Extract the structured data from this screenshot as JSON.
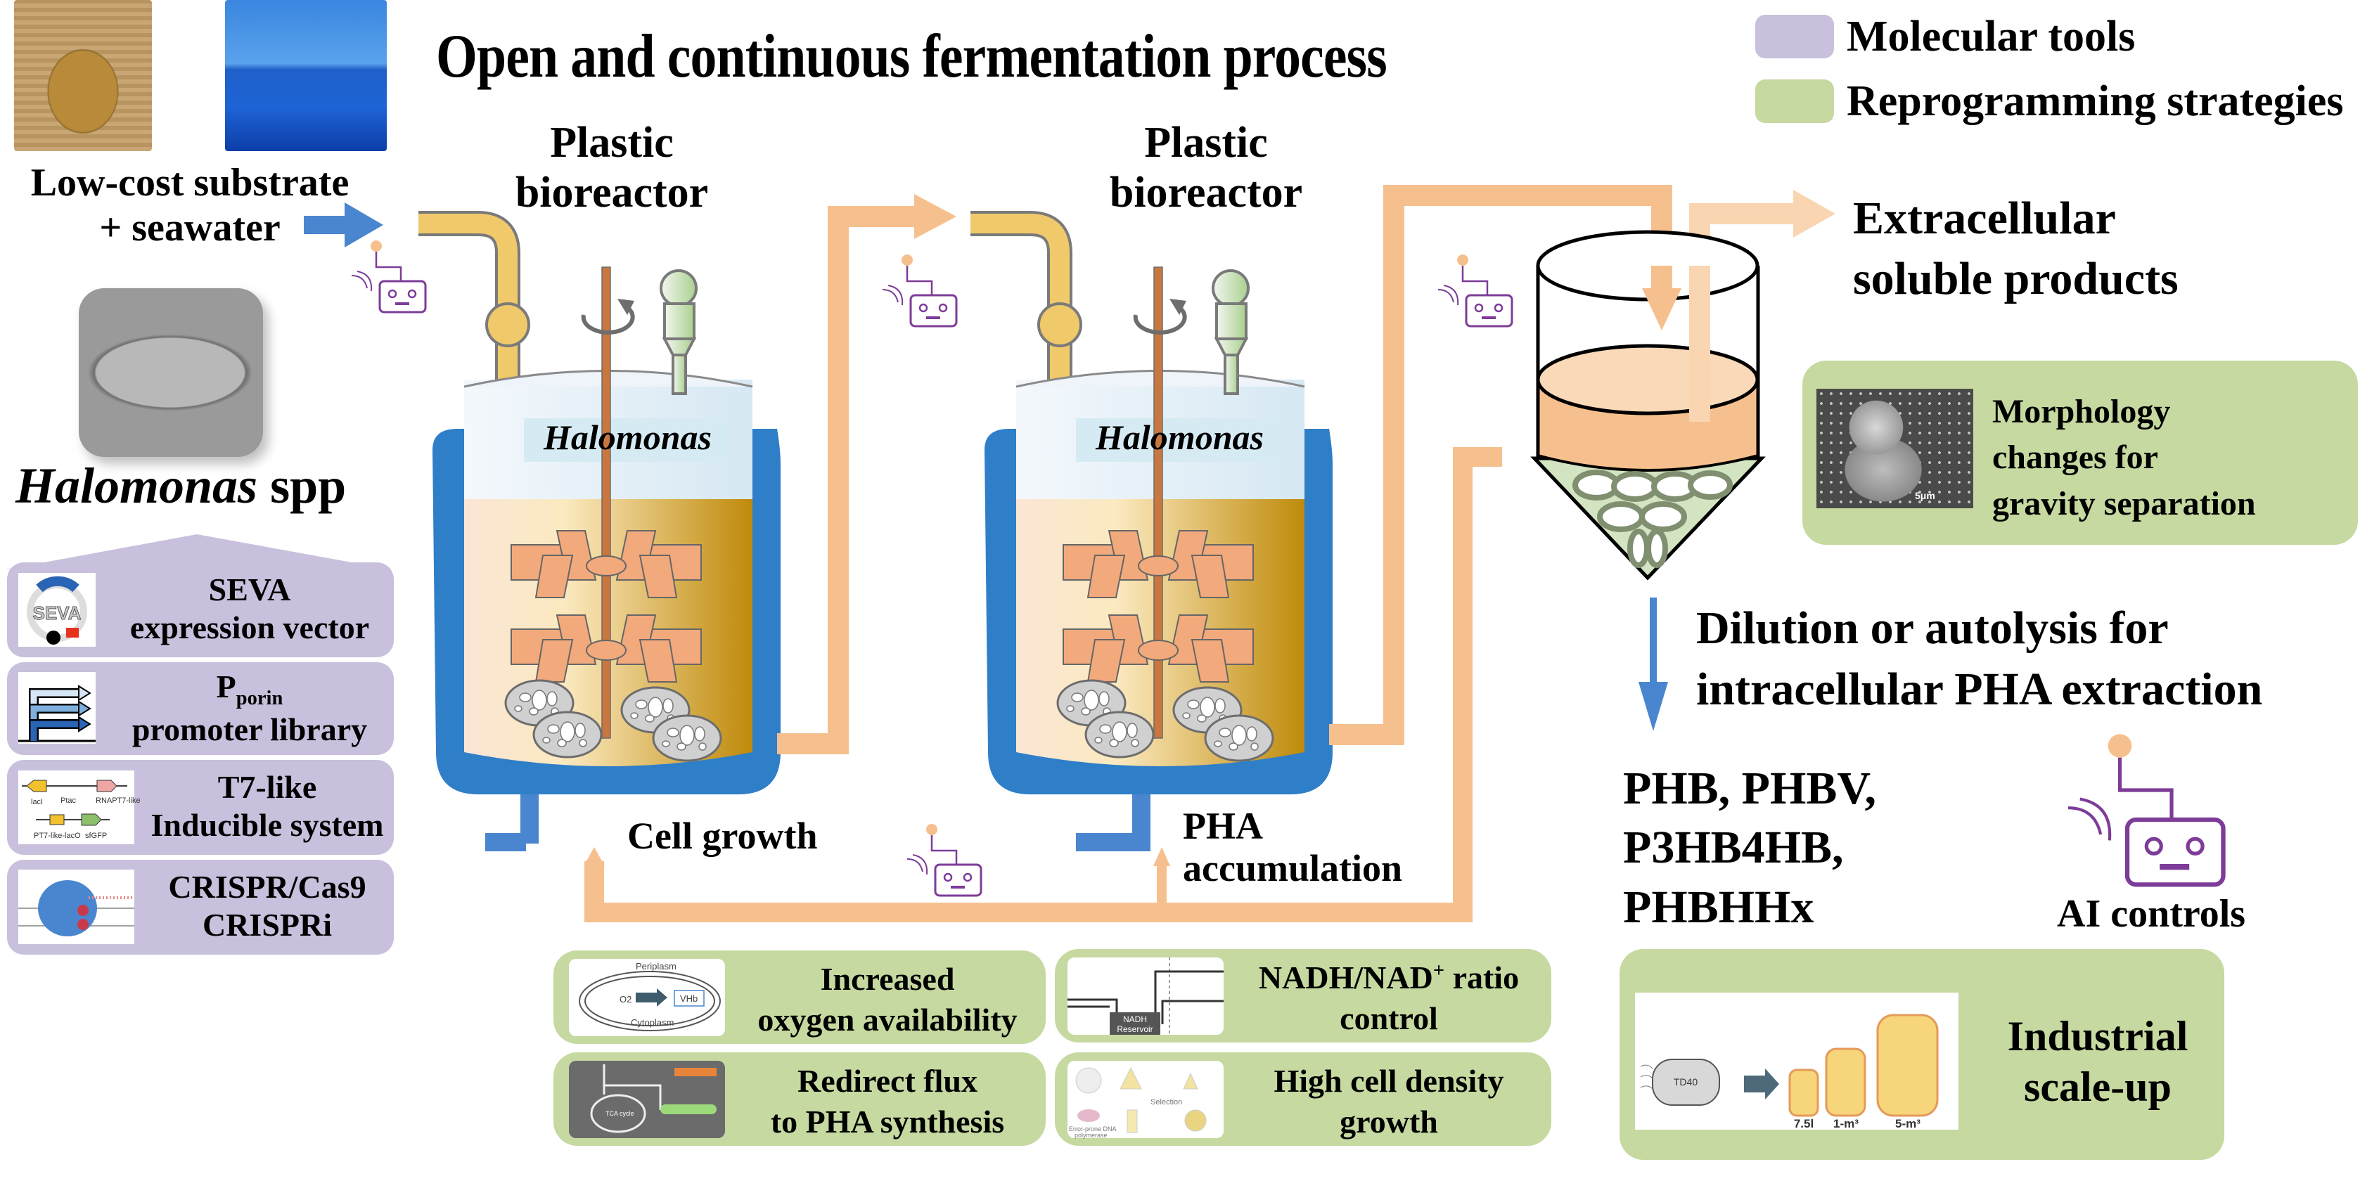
{
  "title": "Open and continuous fermentation process",
  "legend": {
    "items": [
      {
        "label": "Molecular tools",
        "color": "#c8c0dc"
      },
      {
        "label": "Reprogramming strategies",
        "color": "#c6d9a0"
      }
    ]
  },
  "colors": {
    "jacket_blue": "#2f7ec8",
    "flow_orange": "#f6c08e",
    "flow_light_orange": "#f9d5b1",
    "feed_yellow": "#f0c96a",
    "ai_purple": "#7d3c98",
    "arrow_blue": "#4a86cf",
    "impeller": "#f2a97c"
  },
  "substrate": {
    "label_line1": "Low-cost substrate",
    "label_line2": "+ seawater",
    "images": [
      "straw-bale-image",
      "seawater-image"
    ]
  },
  "organism": {
    "name_italic": "Halomonas",
    "name_suffix": " spp"
  },
  "molecular_tools": [
    {
      "icon": "seva-plasmid-icon",
      "line1": "SEVA",
      "line2": "expression vector",
      "thumb_text": "SEVA"
    },
    {
      "icon": "promoter-arrows-icon",
      "line1_main": "P",
      "line1_sub": "porin",
      "line2": "promoter library"
    },
    {
      "icon": "t7-circuit-icon",
      "line1": "T7-like",
      "line2": "Inducible system",
      "thumb_labels": [
        "lacI",
        "Ptac",
        "RNAPT7-like",
        "PT7-like-lacO",
        "sfGFP"
      ]
    },
    {
      "icon": "cas9-icon",
      "line1": "CRISPR/Cas9",
      "line2": "CRISPRi"
    }
  ],
  "bioreactors": [
    {
      "title_line1": "Plastic",
      "title_line2": "bioreactor",
      "organism_label": "Halomonas",
      "stage_label": "Cell growth"
    },
    {
      "title_line1": "Plastic",
      "title_line2": "bioreactor",
      "organism_label": "Halomonas",
      "stage_label_line1": "PHA",
      "stage_label_line2": "accumulation"
    }
  ],
  "separation": {
    "extracellular_line1": "Extracellular",
    "extracellular_line2": "soluble products",
    "morphology": {
      "line1": "Morphology",
      "line2": "changes for",
      "line3": "gravity separation",
      "scale_bar": "5μm"
    },
    "extraction_line1": "Dilution or autolysis for",
    "extraction_line2": "intracellular PHA extraction"
  },
  "products": [
    "PHB, PHBV,",
    "P3HB4HB,",
    "PHBHHx"
  ],
  "ai": {
    "label": "AI controls",
    "icon": "robot-icon"
  },
  "reprogramming": [
    {
      "line1": "Increased",
      "line2": "oxygen availability",
      "thumb_labels": [
        "Periplasm",
        "O2",
        "VHb",
        "Cytoplasm"
      ]
    },
    {
      "line1": "Redirect flux",
      "line2": "to PHA synthesis",
      "thumb_labels": [
        "TCA cycle"
      ]
    },
    {
      "line1_main": "NADH/NAD",
      "line1_sup": "+",
      "line1_tail": " ratio",
      "line2": "control",
      "thumb_labels": [
        "NADH",
        "Reservoir"
      ]
    },
    {
      "line1": "High cell density",
      "line2": "growth",
      "thumb_labels": [
        "Selection",
        "Error-prone DNA",
        "polymerase"
      ]
    }
  ],
  "scaleup": {
    "line1": "Industrial",
    "line2": "scale-up",
    "strain": "TD40",
    "volumes": [
      "7.5l",
      "1-m³",
      "5-m³"
    ]
  }
}
